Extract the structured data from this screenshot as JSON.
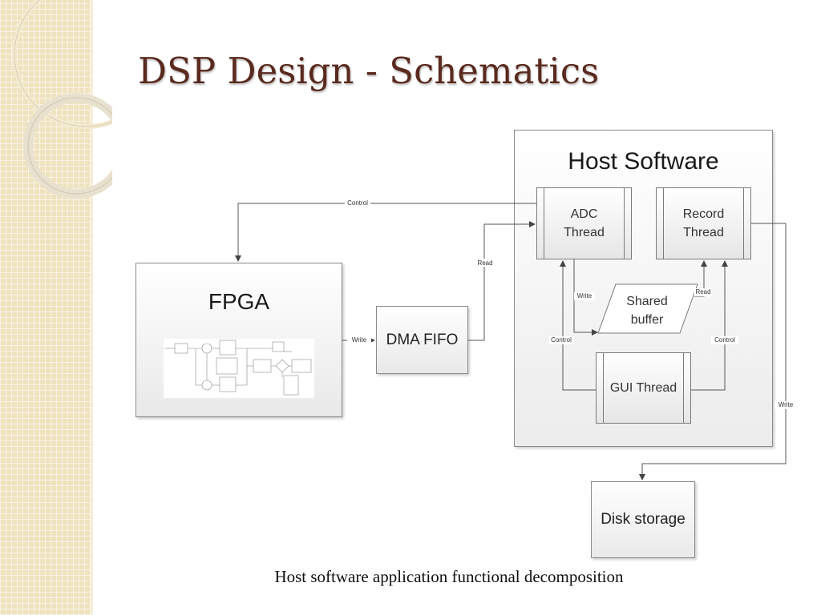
{
  "slide": {
    "title": "DSP Design - Schematics",
    "caption": "Host software application functional decomposition"
  },
  "diagram": {
    "host": {
      "title": "Host Software",
      "adc_thread": [
        "ADC",
        "Thread"
      ],
      "record_thread": [
        "Record",
        "Thread"
      ],
      "shared_buffer": [
        "Shared",
        "buffer"
      ],
      "gui_thread": "GUI Thread"
    },
    "fpga": {
      "label": "FPGA"
    },
    "dma_fifo": "DMA FIFO",
    "disk_storage": "Disk storage",
    "edge_labels": {
      "control_top": "Control",
      "read_dma": "Read",
      "write_fpga": "Write",
      "write_shared": "Write",
      "read_shared": "Read",
      "control_left": "Control",
      "control_right": "Control",
      "write_disk": "Write"
    }
  },
  "colors": {
    "title": "#5a2a1e",
    "sidebar": "#efe3bf",
    "line": "#555555"
  }
}
